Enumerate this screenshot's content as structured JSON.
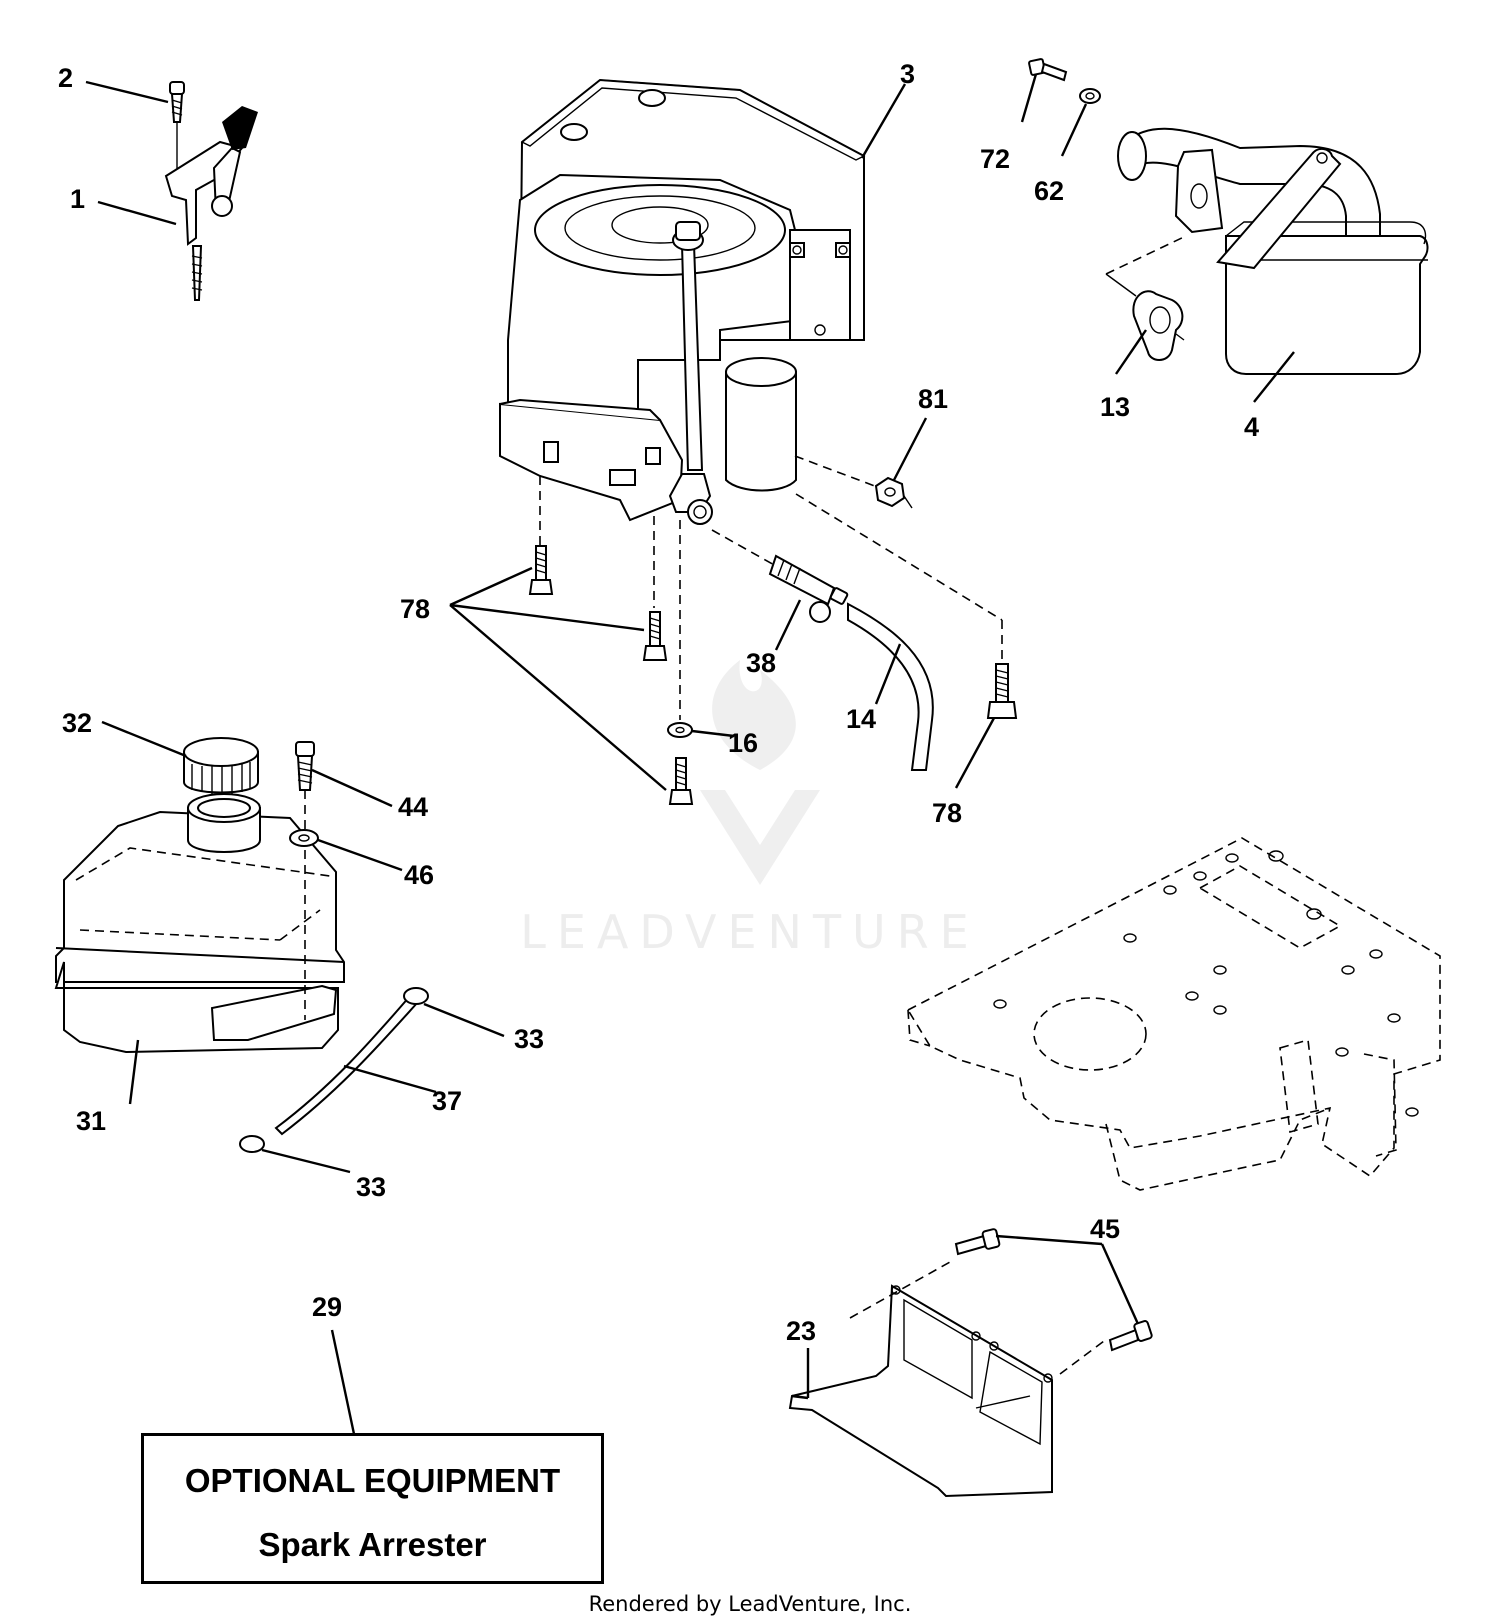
{
  "watermark": {
    "brand_text": "LEADVENTURE"
  },
  "callouts": [
    {
      "id": "c2",
      "text": "2"
    },
    {
      "id": "c1",
      "text": "1"
    },
    {
      "id": "c3",
      "text": "3"
    },
    {
      "id": "c72",
      "text": "72"
    },
    {
      "id": "c62",
      "text": "62"
    },
    {
      "id": "c13",
      "text": "13"
    },
    {
      "id": "c4",
      "text": "4"
    },
    {
      "id": "c81",
      "text": "81"
    },
    {
      "id": "c78a",
      "text": "78"
    },
    {
      "id": "c38",
      "text": "38"
    },
    {
      "id": "c14",
      "text": "14"
    },
    {
      "id": "c78b",
      "text": "78"
    },
    {
      "id": "c16",
      "text": "16"
    },
    {
      "id": "c32",
      "text": "32"
    },
    {
      "id": "c44",
      "text": "44"
    },
    {
      "id": "c46",
      "text": "46"
    },
    {
      "id": "c33a",
      "text": "33"
    },
    {
      "id": "c37",
      "text": "37"
    },
    {
      "id": "c31",
      "text": "31"
    },
    {
      "id": "c33b",
      "text": "33"
    },
    {
      "id": "c45",
      "text": "45"
    },
    {
      "id": "c23",
      "text": "23"
    },
    {
      "id": "c29",
      "text": "29"
    }
  ],
  "optional_box": {
    "line1": "OPTIONAL EQUIPMENT",
    "line2": "Spark Arrester"
  },
  "footer": {
    "text": "Rendered by LeadVenture, Inc."
  }
}
